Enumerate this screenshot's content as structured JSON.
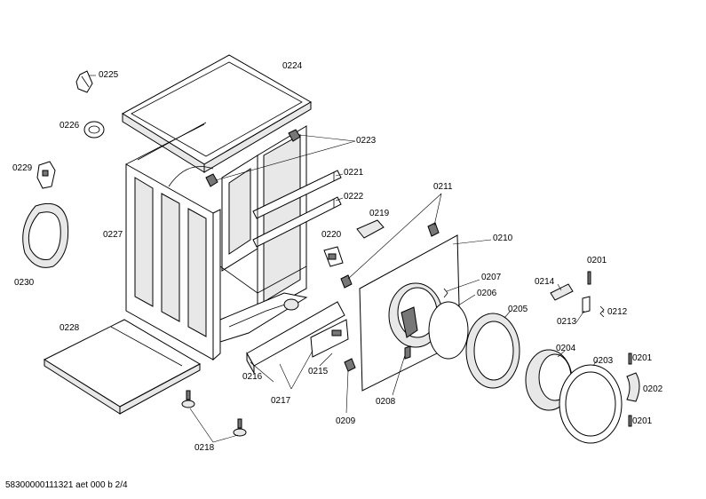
{
  "labels": {
    "p0224": "0224",
    "p0225": "0225",
    "p0226": "0226",
    "p0229": "0229",
    "p0223": "0223",
    "p0221": "0221",
    "p0222": "0222",
    "p0227": "0227",
    "p0230": "0230",
    "p0228": "0228",
    "p0211": "0211",
    "p0219": "0219",
    "p0220": "0220",
    "p0210": "0210",
    "p0201a": "0201",
    "p0214": "0214",
    "p0207": "0207",
    "p0206": "0206",
    "p0205": "0205",
    "p0213": "0213",
    "p0212": "0212",
    "p0204": "0204",
    "p0203": "0203",
    "p0201b": "0201",
    "p0202": "0202",
    "p0201c": "0201",
    "p0216": "0216",
    "p0215": "0215",
    "p0217": "0217",
    "p0208": "0208",
    "p0209": "0209",
    "p0218": "0218"
  },
  "footer": "58300000111321 aet 000 b 2/4"
}
